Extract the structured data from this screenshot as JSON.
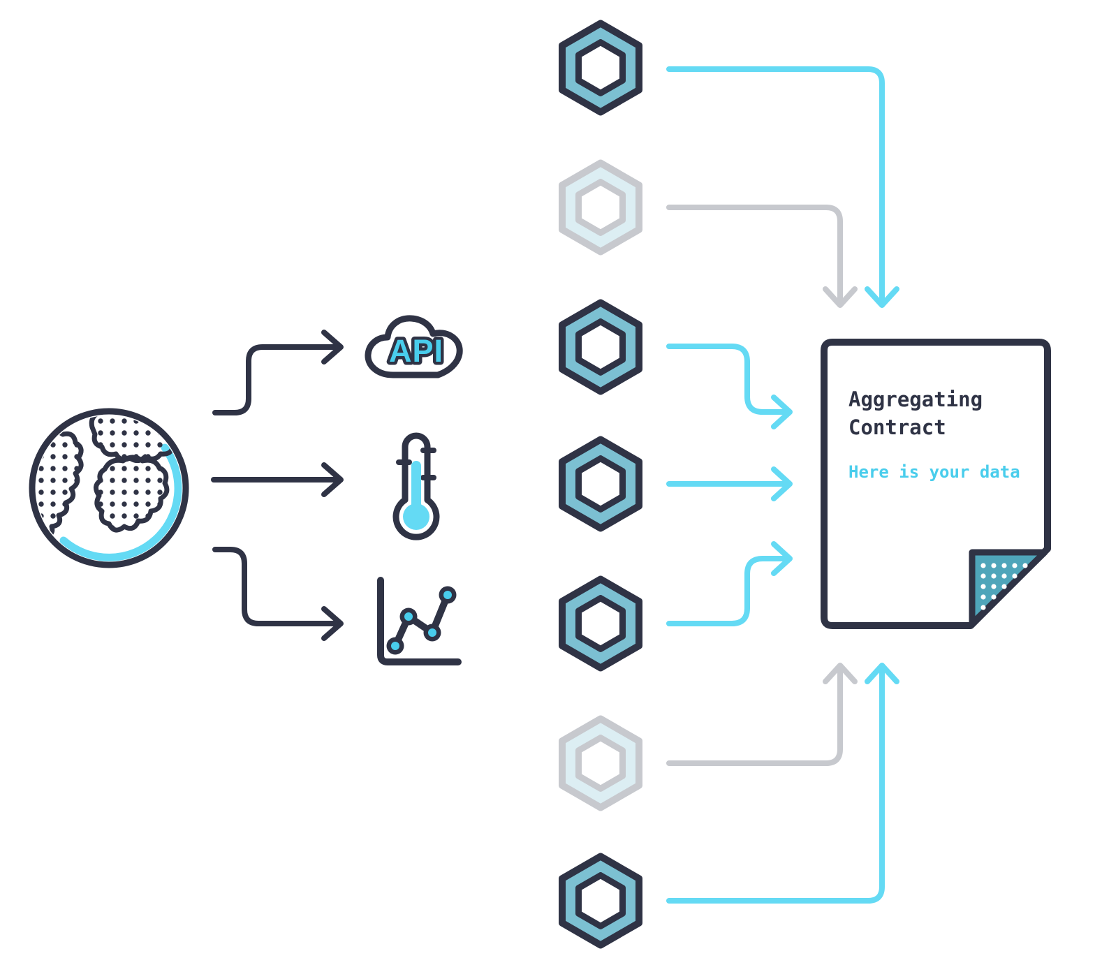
{
  "colors": {
    "navy": "#2f3345",
    "teal": "#7cc0d2",
    "teal_dark": "#4fa5ba",
    "cyan": "#64daf4",
    "cyan_deep": "#49cdec",
    "gray": "#c7c9ce",
    "pale_blue": "#dceef3",
    "white": "#ffffff"
  },
  "globe": {
    "icon": "globe-icon"
  },
  "data_sources": [
    {
      "icon": "api-cloud-icon",
      "label": "API"
    },
    {
      "icon": "thermometer-icon"
    },
    {
      "icon": "line-chart-icon"
    }
  ],
  "oracle_nodes": [
    {
      "icon": "chainlink-hexagon-icon",
      "state": "active"
    },
    {
      "icon": "chainlink-hexagon-icon",
      "state": "inactive"
    },
    {
      "icon": "chainlink-hexagon-icon",
      "state": "active"
    },
    {
      "icon": "chainlink-hexagon-icon",
      "state": "active"
    },
    {
      "icon": "chainlink-hexagon-icon",
      "state": "active"
    },
    {
      "icon": "chainlink-hexagon-icon",
      "state": "inactive"
    },
    {
      "icon": "chainlink-hexagon-icon",
      "state": "active"
    }
  ],
  "contract": {
    "icon": "document-icon",
    "title_lines": [
      "Aggregating",
      "Contract"
    ],
    "message": "Here is your data"
  }
}
